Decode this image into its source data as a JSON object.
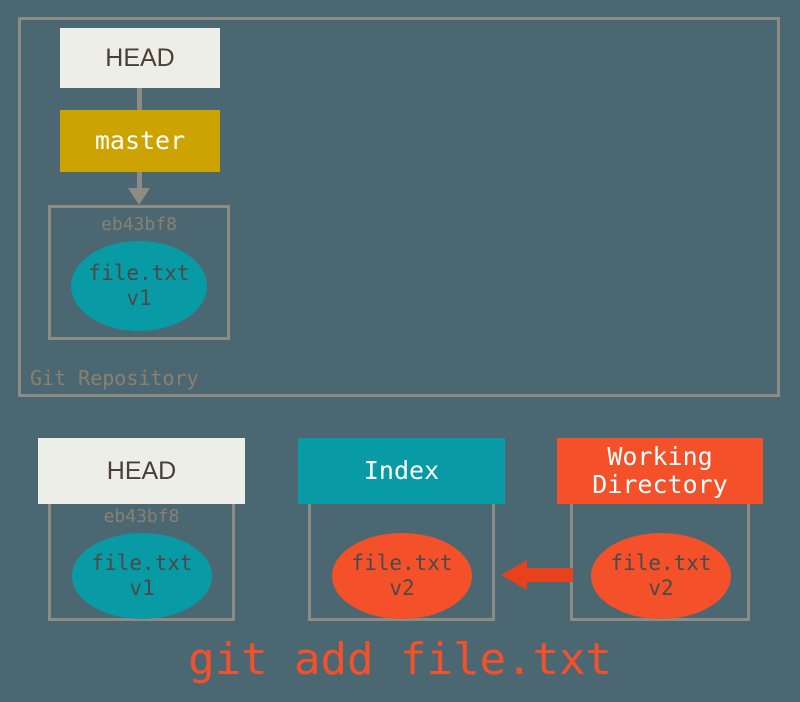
{
  "diagram": {
    "title_command": "git add file.txt",
    "background_color": "#4b6872",
    "repository": {
      "label": "Git Repository",
      "head": {
        "label": "HEAD",
        "color": "#eeeee8"
      },
      "branch": {
        "label": "master",
        "color": "#cca300"
      },
      "commit": {
        "hash": "eb43bf8",
        "blob": {
          "filename": "file.txt",
          "version": "v1",
          "color": "#089aa5"
        }
      }
    },
    "areas": [
      {
        "name": "head-area",
        "header_label": "HEAD",
        "header_color": "#eeeee8",
        "hash": "eb43bf8",
        "blob": {
          "filename": "file.txt",
          "version": "v1",
          "color": "#089aa5"
        }
      },
      {
        "name": "index-area",
        "header_label": "Index",
        "header_color": "#089aa5",
        "hash": "",
        "blob": {
          "filename": "file.txt",
          "version": "v2",
          "color": "#f4502a"
        }
      },
      {
        "name": "working-directory-area",
        "header_label_line1": "Working",
        "header_label_line2": "Directory",
        "header_color": "#f4502a",
        "hash": "",
        "blob": {
          "filename": "file.txt",
          "version": "v2",
          "color": "#f4502a"
        }
      }
    ],
    "arrow": {
      "name": "stage-arrow",
      "direction": "left",
      "from": "working-directory-area",
      "to": "index-area",
      "color": "#e8411d"
    },
    "colors": {
      "frame_border": "#8d8c84",
      "muted_text": "#8a8070",
      "blob_text": "#4a4a4a",
      "teal": "#089aa5",
      "orange": "#f4502a",
      "gold": "#cca300",
      "cream": "#eeeee8"
    }
  }
}
